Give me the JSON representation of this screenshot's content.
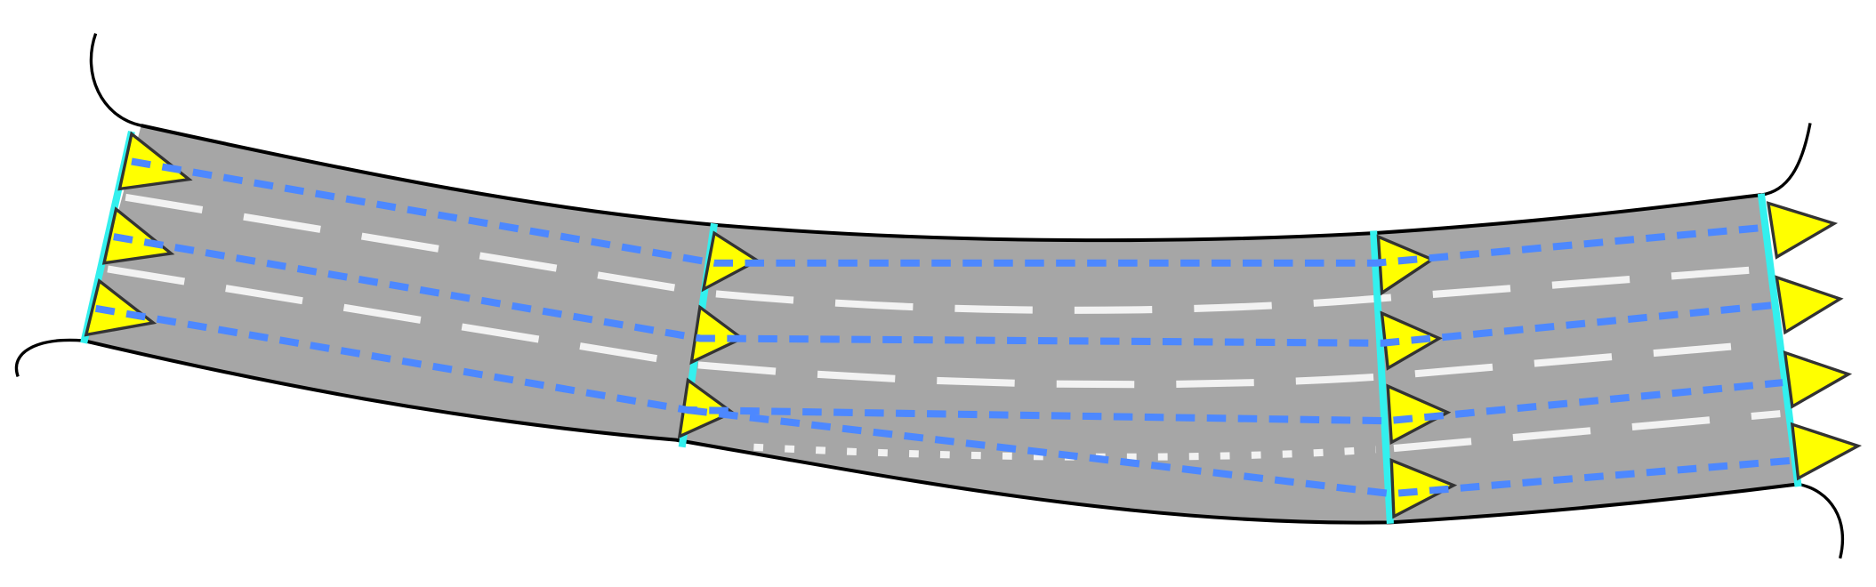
{
  "diagram": {
    "type": "road-lane-diagram",
    "colors": {
      "road": "#a6a6a6",
      "edge": "#000000",
      "section_boundary": "#33f0ee",
      "lane_marking": "#f2f2f2",
      "lane_connection": "#4d88ff",
      "direction_arrow": "#ffff00",
      "arrow_outline": "#333333"
    },
    "sections": [
      {
        "lanes": 3
      },
      {
        "lanes": 3
      },
      {
        "lanes": 4
      },
      {
        "lanes": 4
      }
    ],
    "icons": [
      "lane-direction-arrow-icon"
    ]
  }
}
